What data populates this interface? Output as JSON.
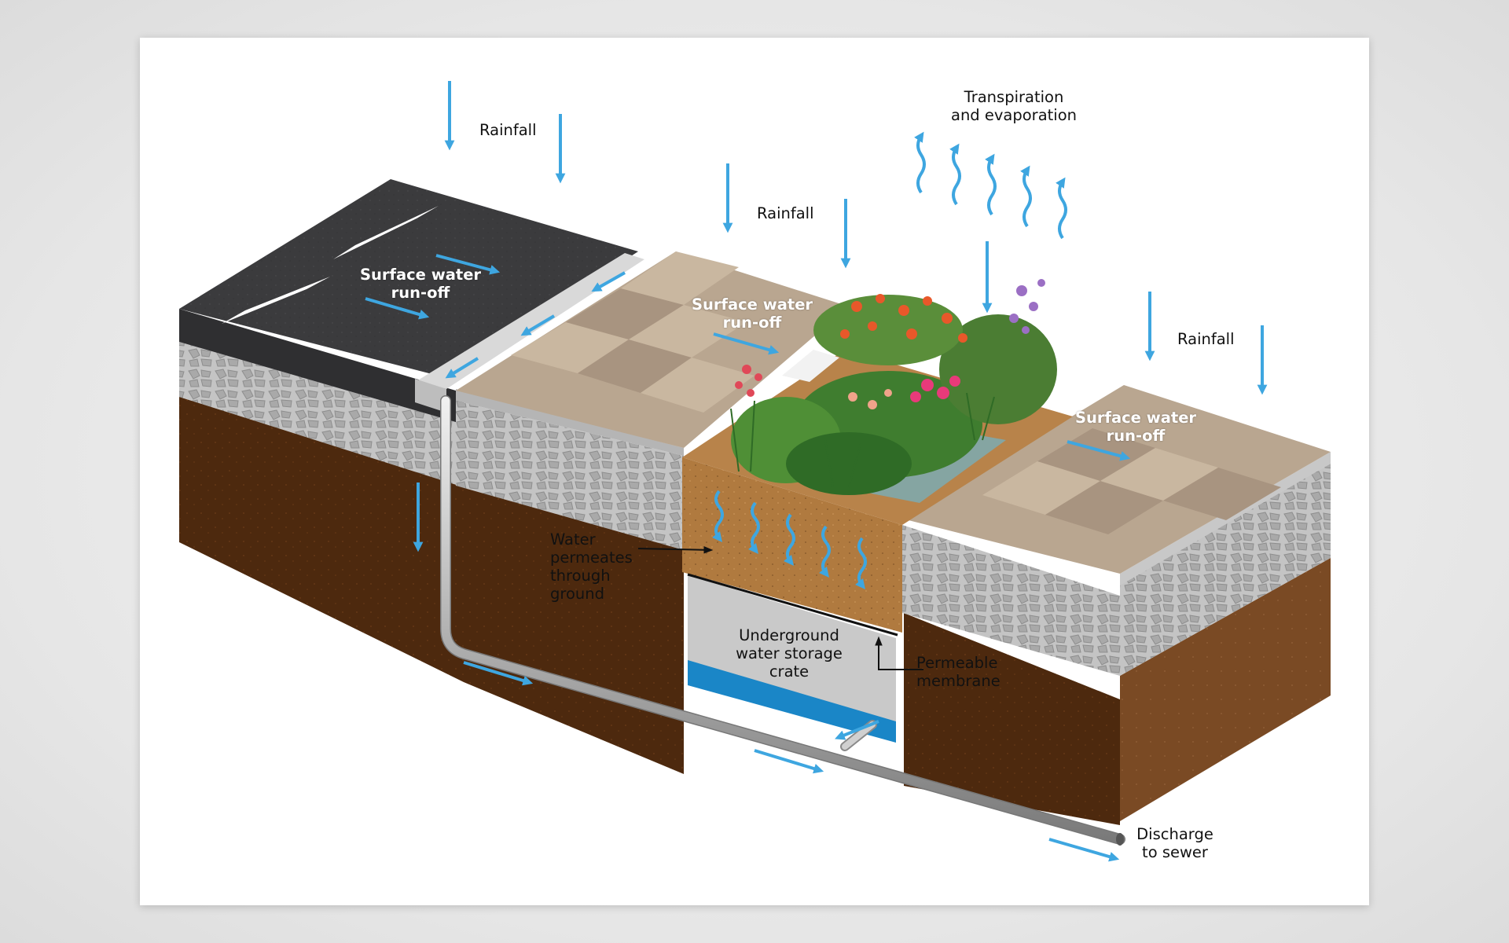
{
  "colors": {
    "water_arrow": "#3ea6e0",
    "asphalt": "#3a3a3c",
    "paving_light": "#c9b7a0",
    "paving_dark": "#a89480",
    "gravel": "#bdbdbd",
    "soil": "#4e2a0f",
    "planter_soil": "#b0773e",
    "storage_crate": "#c7c7c7",
    "stored_water": "#1a86c7",
    "pipe": "#b9b9b9"
  },
  "labels": {
    "rainfall_1": "Rainfall",
    "rainfall_2": "Rainfall",
    "rainfall_3": "Rainfall",
    "transpiration": [
      "Transpiration",
      "and evaporation"
    ],
    "runoff_road": [
      "Surface water",
      "run-off"
    ],
    "runoff_paving": [
      "Surface water",
      "run-off"
    ],
    "runoff_right": [
      "Surface water",
      "run-off"
    ],
    "permeates": [
      "Water",
      "permeates",
      "through",
      "ground"
    ],
    "storage": [
      "Underground",
      "water storage",
      "crate"
    ],
    "membrane": [
      "Permeable",
      "membrane"
    ],
    "discharge": [
      "Discharge",
      "to sewer"
    ]
  },
  "icons": {
    "rain_arrow": "arrow-down-icon",
    "evaporation_arrow": "wavy-arrow-up-icon",
    "flow_arrow": "arrow-right-icon",
    "permeate_arrow": "wavy-arrow-down-icon"
  }
}
